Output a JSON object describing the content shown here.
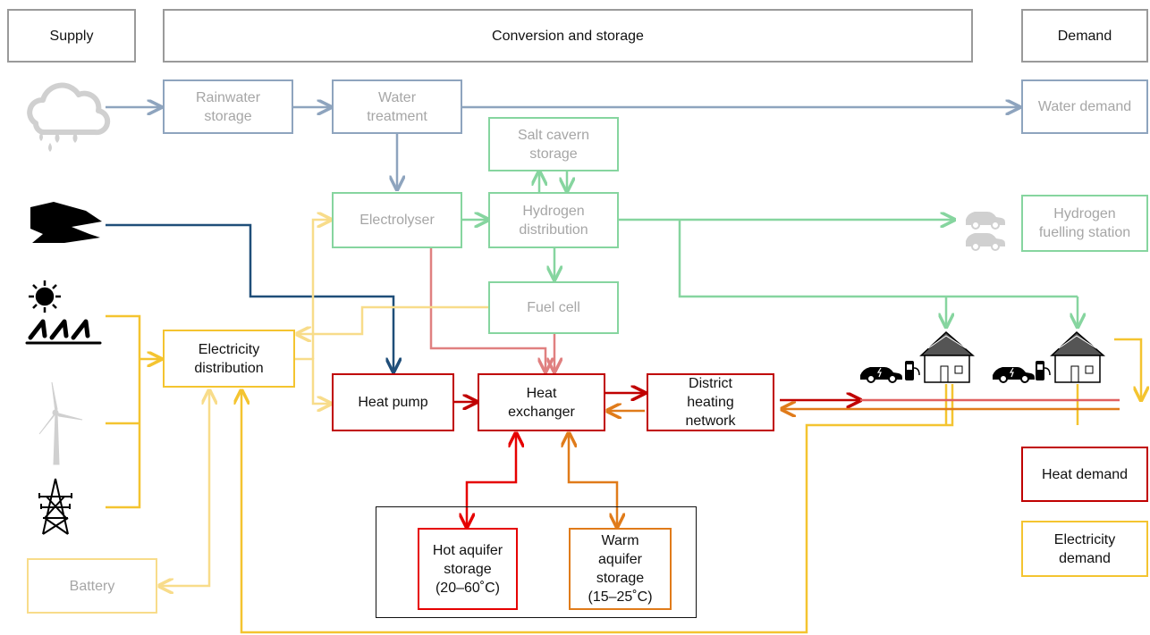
{
  "headers": {
    "supply": "Supply",
    "conversion": "Conversion and storage",
    "demand": "Demand"
  },
  "nodes": {
    "rainwater_storage": "Rainwater\nstorage",
    "water_treatment": "Water\ntreatment",
    "water_demand": "Water demand",
    "salt_cavern": "Salt cavern\nstorage",
    "electrolyser": "Electrolyser",
    "hydrogen_distribution": "Hydrogen\ndistribution",
    "hydrogen_fuelling": "Hydrogen\nfuelling station",
    "fuel_cell": "Fuel cell",
    "electricity_distribution": "Electricity\ndistribution",
    "heat_pump": "Heat pump",
    "heat_exchanger": "Heat\nexchanger",
    "district_heating": "District\nheating\nnetwork",
    "heat_demand": "Heat demand",
    "electricity_demand": "Electricity\ndemand",
    "battery": "Battery",
    "hot_aquifer": "Hot aquifer\nstorage\n(20–60˚C)",
    "warm_aquifer": "Warm\naquifer\nstorage\n(15–25˚C)"
  },
  "icons": [
    "rain-cloud-icon",
    "river-icon",
    "sun-icon",
    "solar-panels-icon",
    "wind-turbine-icon",
    "pylon-icon",
    "car-icon",
    "house-icon",
    "ev-charger-icon"
  ],
  "colors": {
    "water": "#8ea4be",
    "water_text": "#a6a6a6",
    "hydrogen": "#86d59f",
    "electricity": "#f4c430",
    "electricity_faded": "#f8dc8a",
    "heat": "#c00000",
    "hot": "#e60000",
    "warm": "#e07b1a",
    "river_link": "#1f4e79",
    "pink_link": "#e08080",
    "header_border": "#9a9a9a",
    "icon_gray": "#d0d0d0"
  }
}
